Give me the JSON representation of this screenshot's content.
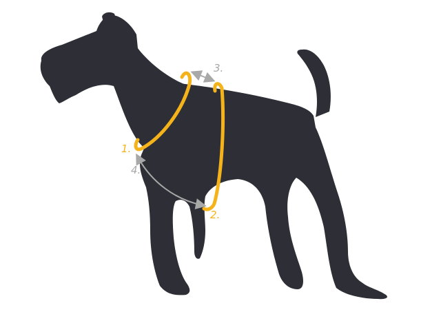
{
  "colors": {
    "background": "#ffffff",
    "dog_silhouette": "#2e2f36",
    "measure_line": "#f5b31b",
    "arrow": "#a8a8a8"
  },
  "labels": {
    "m1": "1.",
    "m2": "2.",
    "m3": "3.",
    "m4": "4."
  },
  "icons": {
    "silhouette": "dog-silhouette",
    "arrow_3": "double-arrow",
    "arrow_4": "double-arrow"
  }
}
